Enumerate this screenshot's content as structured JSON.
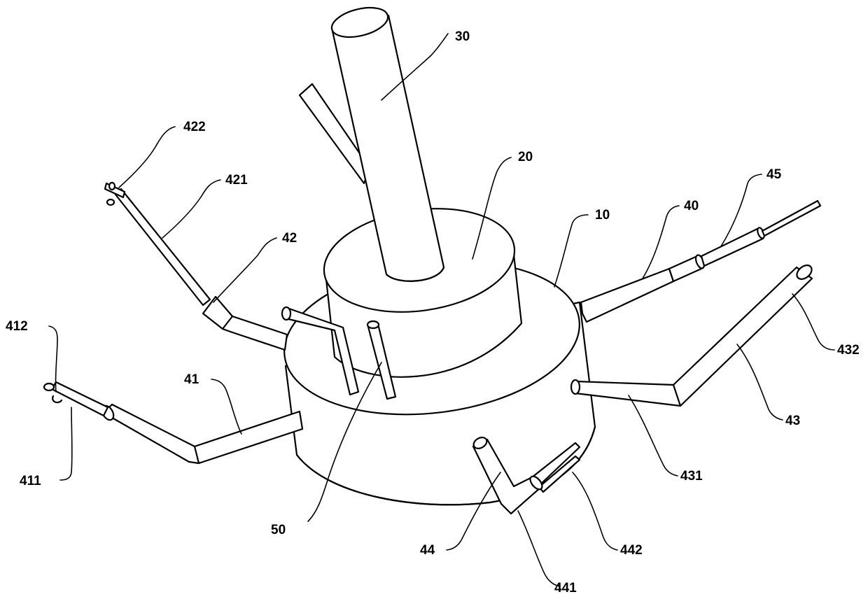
{
  "figure": {
    "labels": {
      "l10": "10",
      "l20": "20",
      "l30": "30",
      "l40": "40",
      "l41": "41",
      "l411": "411",
      "l412": "412",
      "l42": "42",
      "l421": "421",
      "l422": "422",
      "l43": "43",
      "l431": "431",
      "l432": "432",
      "l44": "44",
      "l441": "441",
      "l442": "442",
      "l45": "45",
      "l50": "50"
    }
  }
}
